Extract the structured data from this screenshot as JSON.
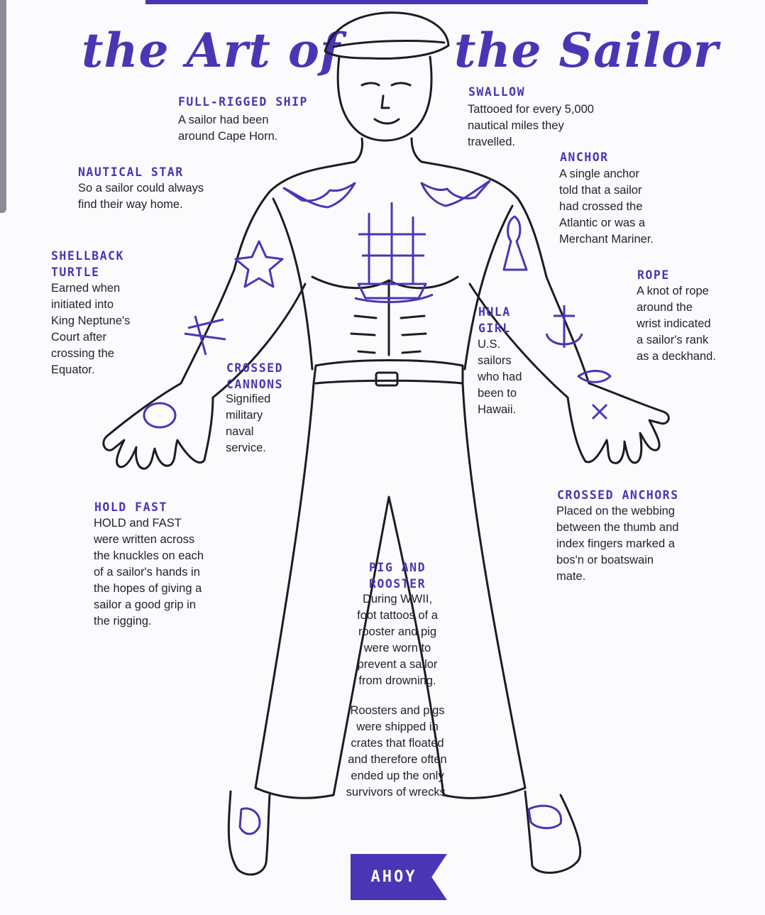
{
  "title": {
    "left": "the Art of",
    "right": "the Sailor"
  },
  "tattoos": {
    "full_rigged_ship": {
      "label": "FULL-RIGGED SHIP",
      "lines": [
        "A sailor had been",
        "around Cape Horn."
      ]
    },
    "swallow": {
      "label": "SWALLOW",
      "lines": [
        "Tattooed for every 5,000",
        "nautical miles they",
        "travelled."
      ]
    },
    "nautical_star": {
      "label": "NAUTICAL STAR",
      "lines": [
        "So a sailor could always",
        "find their way home."
      ]
    },
    "anchor": {
      "label": "ANCHOR",
      "lines": [
        "A single anchor",
        "told that a sailor",
        "had crossed the",
        "Atlantic or was a",
        "Merchant Mariner."
      ]
    },
    "shellback_turtle": {
      "label_lines": [
        "SHELLBACK",
        "TURTLE"
      ],
      "lines": [
        "Earned when",
        "initiated into",
        "King Neptune's",
        "Court after",
        "crossing the",
        "Equator."
      ]
    },
    "rope": {
      "label": "ROPE",
      "lines": [
        "A knot of rope",
        "around the",
        "wrist indicated",
        "a sailor's rank",
        "as a deckhand."
      ]
    },
    "hula_girl": {
      "label_lines": [
        "HULA",
        "GIRL"
      ],
      "lines": [
        "U.S.",
        "sailors",
        "who had",
        "been to",
        "Hawaii."
      ]
    },
    "crossed_cannons": {
      "label_lines": [
        "CROSSED",
        "CANNONS"
      ],
      "lines": [
        "Signified",
        "military",
        "naval",
        "service."
      ]
    },
    "hold_fast": {
      "label": "HOLD FAST",
      "lines": [
        "HOLD and FAST",
        "were written across",
        "the knuckles on each",
        "of a sailor's hands in",
        "the hopes of giving a",
        "sailor a good grip in",
        "the rigging."
      ]
    },
    "crossed_anchors": {
      "label": "CROSSED ANCHORS",
      "lines": [
        "Placed on the webbing",
        "between the thumb and",
        "index fingers marked a",
        "bos'n or boatswain",
        "mate."
      ]
    },
    "pig_and_rooster": {
      "label_lines": [
        "PIG AND",
        "ROOSTER"
      ],
      "lines": [
        "During WWII,",
        "foot tattoos of a",
        "rooster and pig",
        "were worn to",
        "prevent a sailor",
        "from drowning."
      ],
      "extra_lines": [
        "Roosters and pigs",
        "were shipped in",
        "crates that floated",
        "and therefore often",
        "ended up the only",
        "survivors of wrecks."
      ]
    }
  },
  "footer": {
    "badge": "AHOY"
  },
  "colors": {
    "accent": "#4a36b5",
    "ink": "#22222a",
    "background": "#fbfbfd"
  }
}
